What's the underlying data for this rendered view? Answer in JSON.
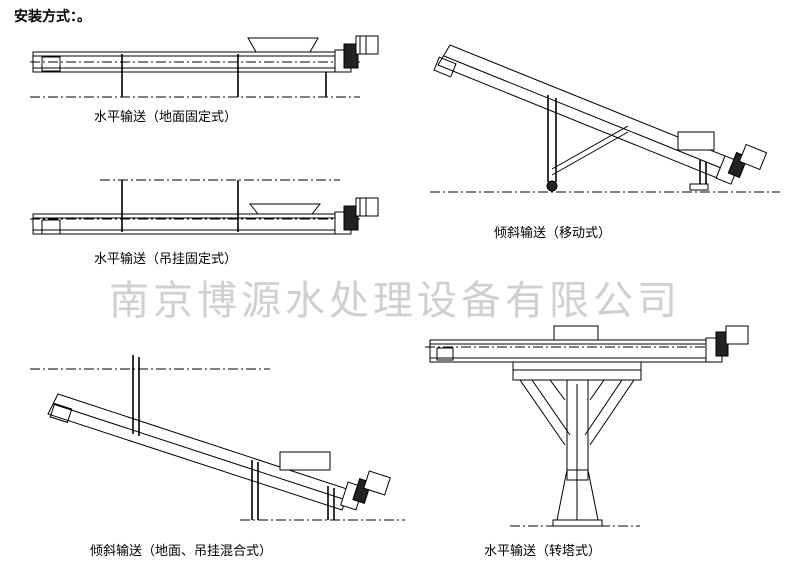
{
  "title": "安装方式：。",
  "captions": {
    "horizontal_ground": "水平输送（地面固定式）",
    "horizontal_hanging": "水平输送（吊挂固定式）",
    "inclined_mobile": "倾斜输送（移动式）",
    "inclined_mixed": "倾斜输送（地面、吊挂混合式）",
    "horizontal_tower": "水平输送（转塔式）"
  },
  "watermark": "南京博源水处理设备有限公司",
  "icons": [
    "drive-motor-icon",
    "support-leg-icon",
    "feed-hopper-icon",
    "caster-wheel-icon"
  ]
}
